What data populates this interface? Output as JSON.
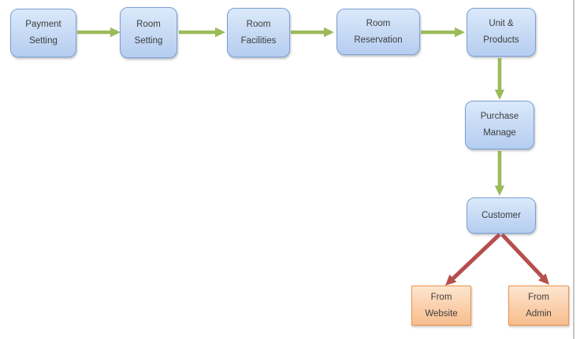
{
  "palette": {
    "node_blue_fill_top": "#dbe9fa",
    "node_blue_fill_bottom": "#b5cdf0",
    "node_blue_border": "#7aa0d2",
    "node_orange_fill_top": "#fde5cf",
    "node_orange_fill_bottom": "#f8bd8e",
    "node_orange_border": "#ec9250",
    "arrow_green": "#9bbb59",
    "arrow_red": "#b64f4c",
    "text": "#3d3d3d",
    "page_edge": "#c4c4c4"
  },
  "diagram": {
    "nodes": [
      {
        "id": "payment-setting",
        "label": "Payment\nSetting",
        "shape": "rounded-rectangle",
        "color": "blue"
      },
      {
        "id": "room-setting",
        "label": "Room\nSetting",
        "shape": "rounded-rectangle",
        "color": "blue"
      },
      {
        "id": "room-facilities",
        "label": "Room\nFacilities",
        "shape": "rounded-rectangle",
        "color": "blue"
      },
      {
        "id": "room-reservation",
        "label": "Room\nReservation",
        "shape": "rounded-rectangle",
        "color": "blue"
      },
      {
        "id": "unit-products",
        "label": "Unit &\nProducts",
        "shape": "rounded-rectangle",
        "color": "blue"
      },
      {
        "id": "purchase-manage",
        "label": "Purchase\nManage",
        "shape": "rounded-rectangle",
        "color": "blue"
      },
      {
        "id": "customer",
        "label": "Customer",
        "shape": "rounded-rectangle",
        "color": "blue"
      },
      {
        "id": "from-website",
        "label": "From\nWebsite",
        "shape": "rectangle",
        "color": "orange"
      },
      {
        "id": "from-admin",
        "label": "From\nAdmin",
        "shape": "rectangle",
        "color": "orange"
      }
    ],
    "edges": [
      {
        "from": "payment-setting",
        "to": "room-setting",
        "color": "green"
      },
      {
        "from": "room-setting",
        "to": "room-facilities",
        "color": "green"
      },
      {
        "from": "room-facilities",
        "to": "room-reservation",
        "color": "green"
      },
      {
        "from": "room-reservation",
        "to": "unit-products",
        "color": "green"
      },
      {
        "from": "unit-products",
        "to": "purchase-manage",
        "color": "green"
      },
      {
        "from": "purchase-manage",
        "to": "customer",
        "color": "green"
      },
      {
        "from": "customer",
        "to": "from-website",
        "color": "red"
      },
      {
        "from": "customer",
        "to": "from-admin",
        "color": "red"
      }
    ]
  }
}
